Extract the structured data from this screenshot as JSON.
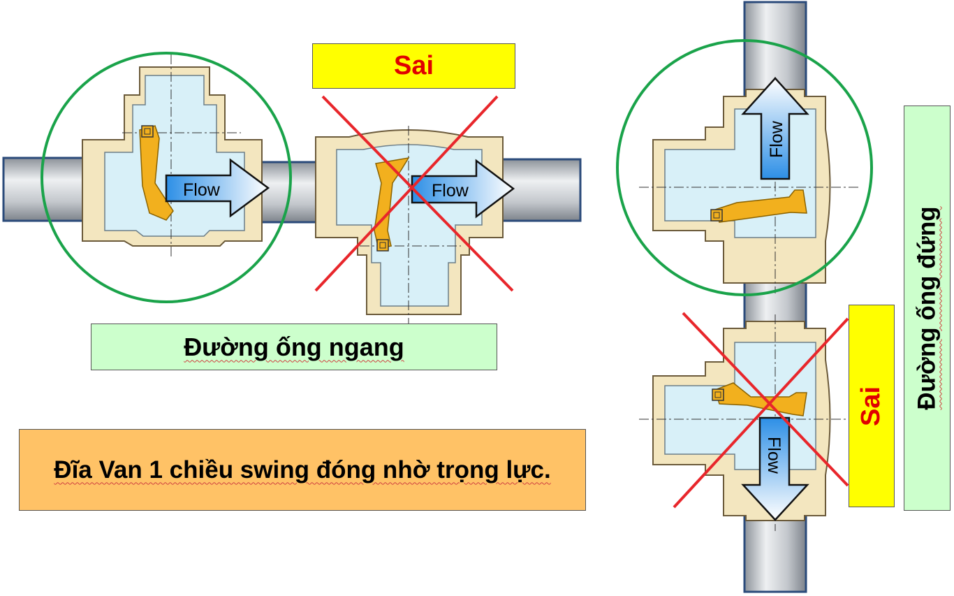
{
  "labels": {
    "wrong_top": "Sai",
    "wrong_right": "Sai",
    "horizontal_line": "Đường ống ngang",
    "vertical_line": "Đường ống đứng",
    "caption": "Đĩa Van 1 chiều swing đóng nhờ trọng lực."
  },
  "flow_labels": {
    "horizontal_correct": "Flow",
    "horizontal_wrong": "Flow",
    "vertical_correct": "Flow",
    "vertical_wrong": "Flow"
  },
  "colors": {
    "wrong_badge_fill": "#ffff00",
    "wrong_text": "#e00000",
    "label_fill": "#ccffcc",
    "caption_fill": "#ffc266",
    "correct_circle": "#1aa34a",
    "wrong_cross": "#e8262b",
    "valve_body": "#f3e6bf",
    "valve_interior": "#d8f0f8",
    "disc": "#f2b01e",
    "pipe": "#c8ccd2",
    "arrow_gradient_start": "#2d8fe6",
    "arrow_gradient_end": "#ffffff"
  }
}
